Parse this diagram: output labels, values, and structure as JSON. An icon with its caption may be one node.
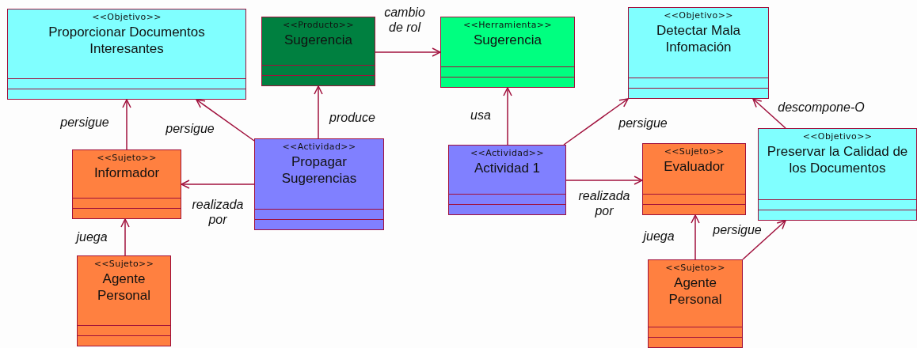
{
  "diagram": {
    "nodes": [
      {
        "text": [
          "<<Objetivo>>",
          "Proporcionar Documentos Interesantes"
        ]
      },
      {
        "text": [
          "<<Producto>>",
          "Sugerencia"
        ]
      },
      {
        "text": [
          "<<Herramienta>>",
          "Sugerencia"
        ]
      },
      {
        "text": [
          "<<Objetivo>>",
          "Detectar Mala Infomación"
        ]
      },
      {
        "text": [
          "<<Sujeto>>",
          "Informador"
        ]
      },
      {
        "text": [
          "<<Actividad>>",
          "Propagar Sugerencias"
        ]
      },
      {
        "text": [
          "<<Actividad>>",
          "Actividad 1"
        ]
      },
      {
        "text": [
          "<<Sujeto>>",
          "Evaluador"
        ]
      },
      {
        "text": [
          "<<Objetivo>>",
          "Preservar la Calidad de los Documentos"
        ]
      },
      {
        "text": [
          "<<Sujeto>>",
          "Agente Personal"
        ]
      },
      {
        "text": [
          "<<Sujeto>>",
          "Agente Personal"
        ]
      }
    ],
    "edges": [
      {
        "from": 4,
        "to": 0,
        "arrow": "to",
        "label": "persigue"
      },
      {
        "from": 5,
        "to": 0,
        "arrow": "to",
        "label": "persigue"
      },
      {
        "from": 5,
        "to": 1,
        "arrow": "to",
        "label": "produce"
      },
      {
        "from": 5,
        "to": 4,
        "arrow": "to",
        "label": "realizada por"
      },
      {
        "from": 9,
        "to": 4,
        "arrow": "to",
        "label": "juega"
      },
      {
        "from": 1,
        "to": 2,
        "arrow": "to",
        "label": "cambio de rol"
      },
      {
        "from": 6,
        "to": 2,
        "arrow": "to",
        "label": "usa"
      },
      {
        "from": 6,
        "to": 3,
        "arrow": "to",
        "label": "persigue"
      },
      {
        "from": 6,
        "to": 7,
        "arrow": "to",
        "label": "realizada por"
      },
      {
        "from": 8,
        "to": 3,
        "arrow": "to",
        "label": "descompone-O"
      },
      {
        "from": 10,
        "to": 7,
        "arrow": "to",
        "label": "juega"
      },
      {
        "from": 10,
        "to": 8,
        "arrow": "to",
        "label": "persigue"
      }
    ]
  }
}
